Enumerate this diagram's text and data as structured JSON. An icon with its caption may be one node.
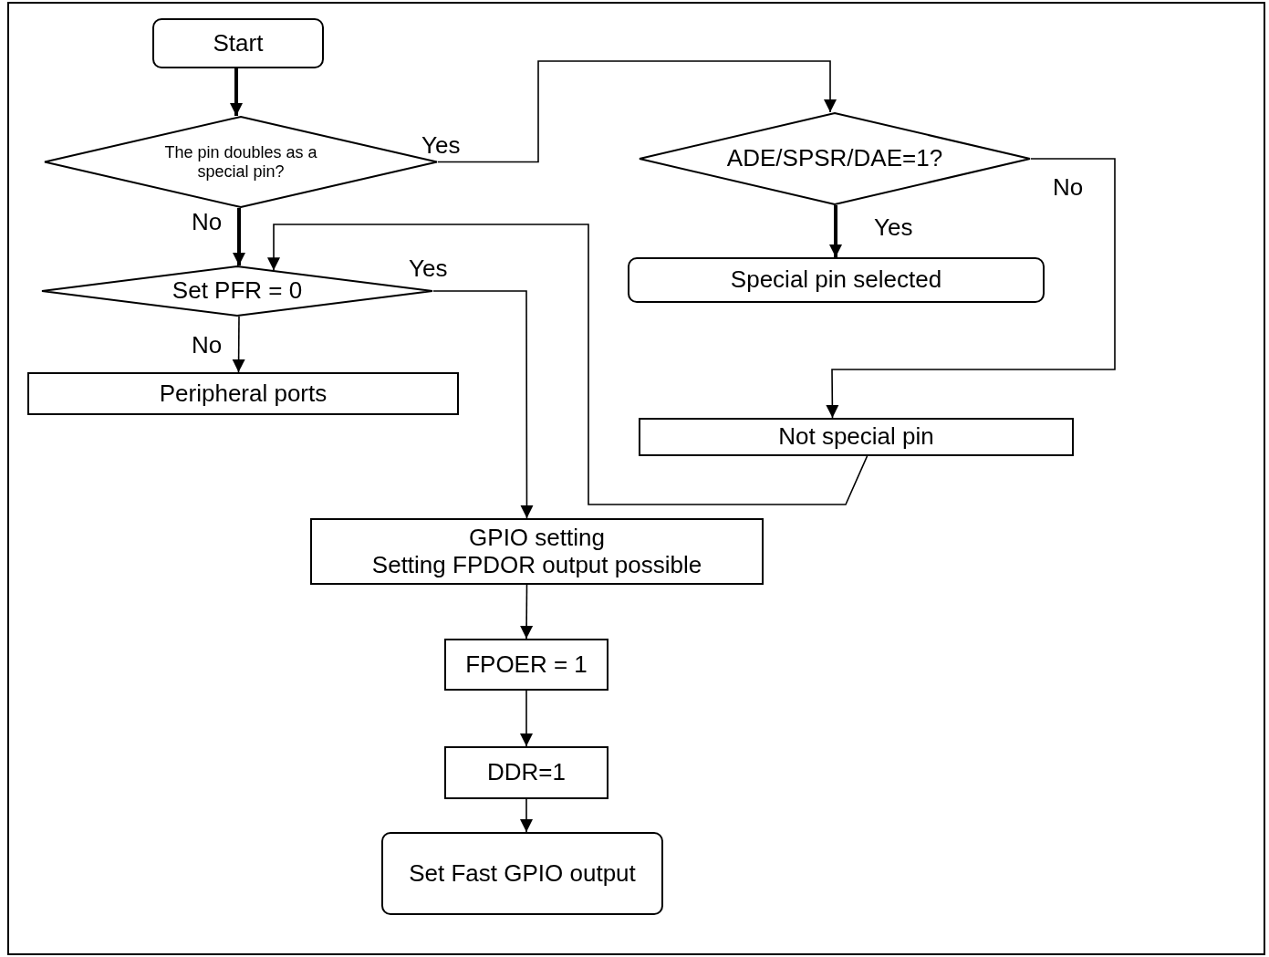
{
  "diagram": {
    "nodes": [
      {
        "text": [
          "Start"
        ]
      },
      {
        "text": [
          "The pin doubles as a special pin?"
        ]
      },
      {
        "text": [
          "ADE/SPSR/DAE=1?"
        ]
      },
      {
        "text": [
          "Special pin selected"
        ]
      },
      {
        "text": [
          "Set PFR = 0"
        ]
      },
      {
        "text": [
          "Peripheral ports"
        ]
      },
      {
        "text": [
          "Not special pin"
        ]
      },
      {
        "text": [
          "GPIO setting",
          "Setting FPDOR output possible"
        ]
      },
      {
        "text": [
          "FPOER = 1"
        ]
      },
      {
        "text": [
          "DDR=1"
        ]
      },
      {
        "text": [
          "Set Fast GPIO output"
        ]
      }
    ],
    "edges": [
      {
        "from": 0,
        "to": 1,
        "arrow": "to",
        "style": "thick"
      },
      {
        "from": 1,
        "to": 2,
        "arrow": "to",
        "label": "Yes"
      },
      {
        "from": 1,
        "to": 4,
        "arrow": "to",
        "label": "No",
        "style": "thick"
      },
      {
        "from": 2,
        "to": 3,
        "arrow": "to",
        "label": "Yes",
        "style": "thick"
      },
      {
        "from": 2,
        "to": 6,
        "arrow": "to",
        "label": "No"
      },
      {
        "from": 6,
        "to": 4,
        "arrow": "to"
      },
      {
        "from": 4,
        "to": 7,
        "arrow": "to",
        "label": "Yes"
      },
      {
        "from": 4,
        "to": 5,
        "arrow": "to",
        "label": "No"
      },
      {
        "from": 7,
        "to": 8,
        "arrow": "to"
      },
      {
        "from": 8,
        "to": 9,
        "arrow": "to"
      },
      {
        "from": 9,
        "to": 10,
        "arrow": "to"
      }
    ]
  }
}
